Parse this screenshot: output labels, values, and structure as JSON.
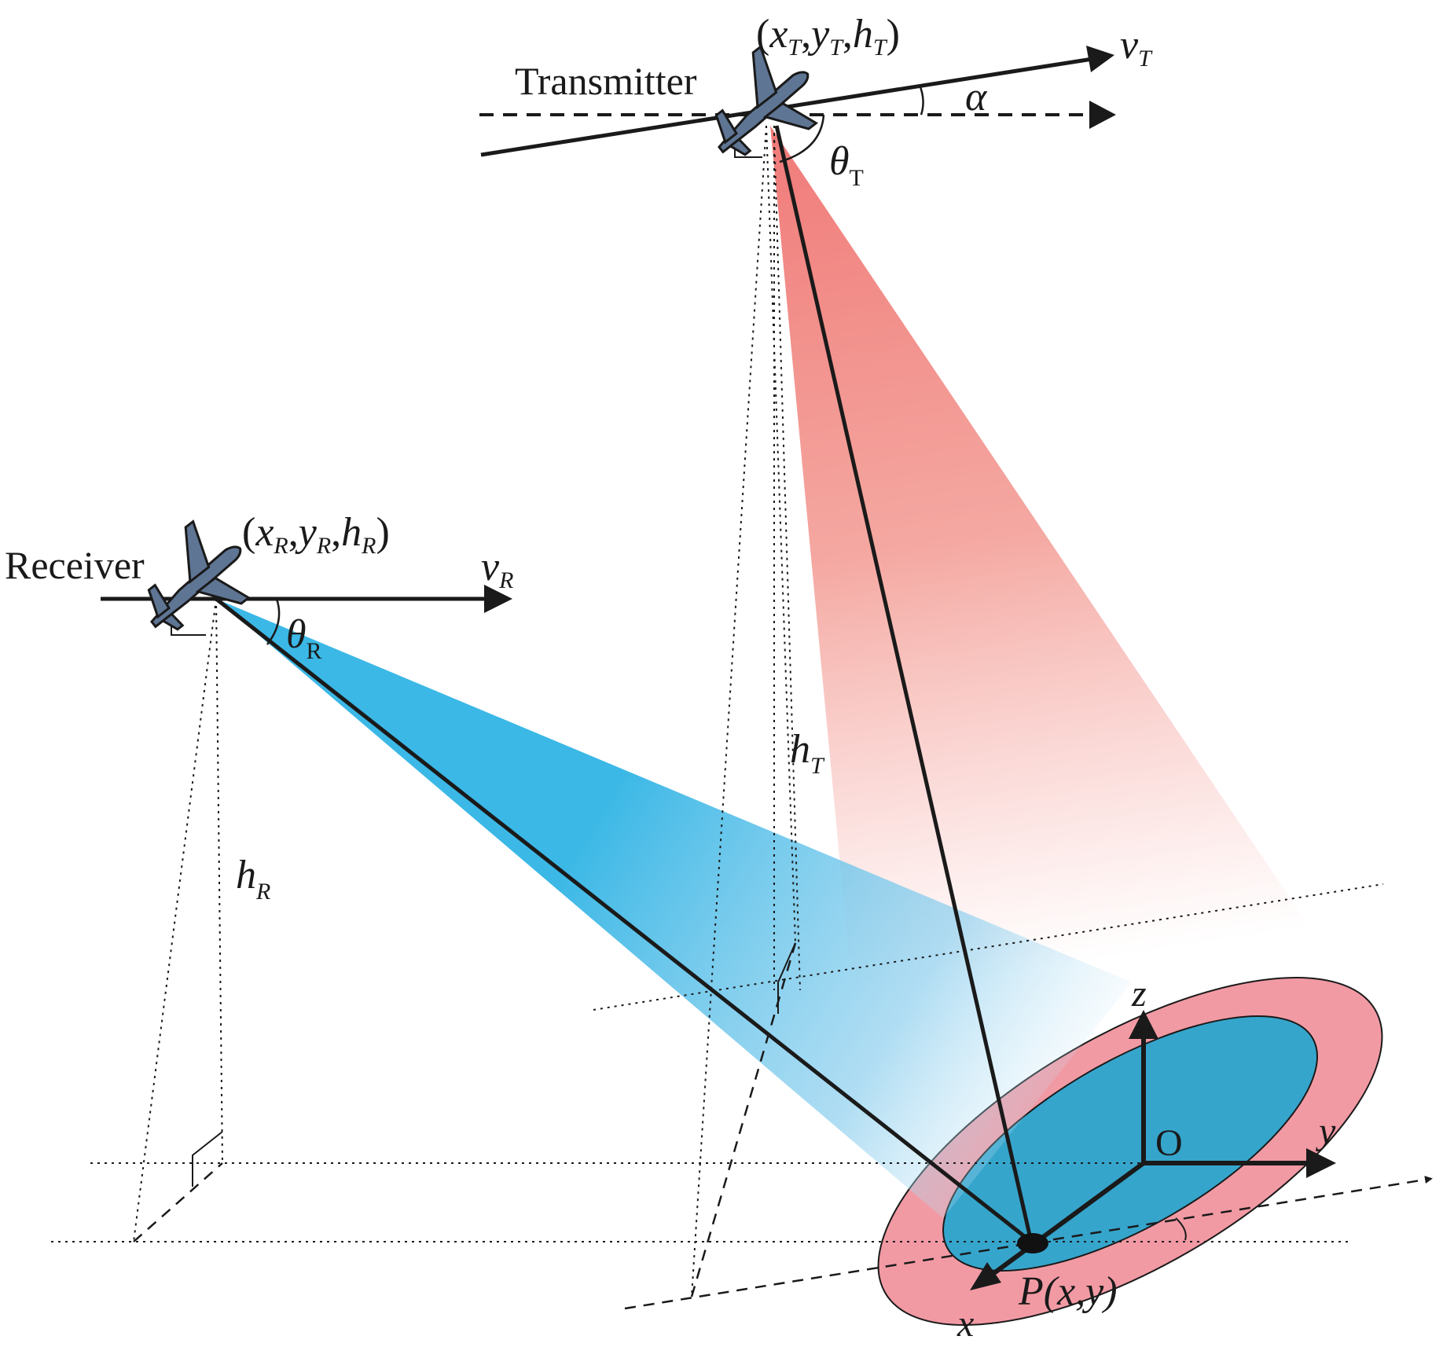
{
  "transmitter": {
    "name": "Transmitter",
    "coord": {
      "open": "(",
      "x": "x",
      "xs": "T",
      "c1": ",",
      "y": "y",
      "ys": "T",
      "c2": ",",
      "h": "h",
      "hs": "T",
      "close": ")"
    },
    "velocity": {
      "sym": "v",
      "sub": "T"
    },
    "angle": {
      "sym": "θ",
      "sub": "T"
    },
    "heading_angle": "α",
    "height": {
      "sym": "h",
      "sub": "T"
    }
  },
  "receiver": {
    "name": "Receiver",
    "coord": {
      "open": "(",
      "x": "x",
      "xs": "R",
      "c1": ",",
      "y": "y",
      "ys": "R",
      "c2": ",",
      "h": "h",
      "hs": "R",
      "close": ")"
    },
    "velocity": {
      "sym": "v",
      "sub": "R"
    },
    "angle": {
      "sym": "θ",
      "sub": "R"
    },
    "height": {
      "sym": "h",
      "sub": "R"
    }
  },
  "ground": {
    "origin": "O",
    "axis_x": "x",
    "axis_y": "y",
    "axis_z": "z",
    "point": {
      "sym": "P",
      "args": "(x,y)"
    }
  },
  "colors": {
    "transmit_beam": "#f07a78",
    "receive_beam": "#3bb8e6",
    "outer_ellipse": "#f29aa4",
    "inner_ellipse": "#36a5cc",
    "aircraft": "#5f7594",
    "line": "#1a1a1a"
  },
  "icons": [
    "airplane-icon",
    "airplane-icon"
  ]
}
